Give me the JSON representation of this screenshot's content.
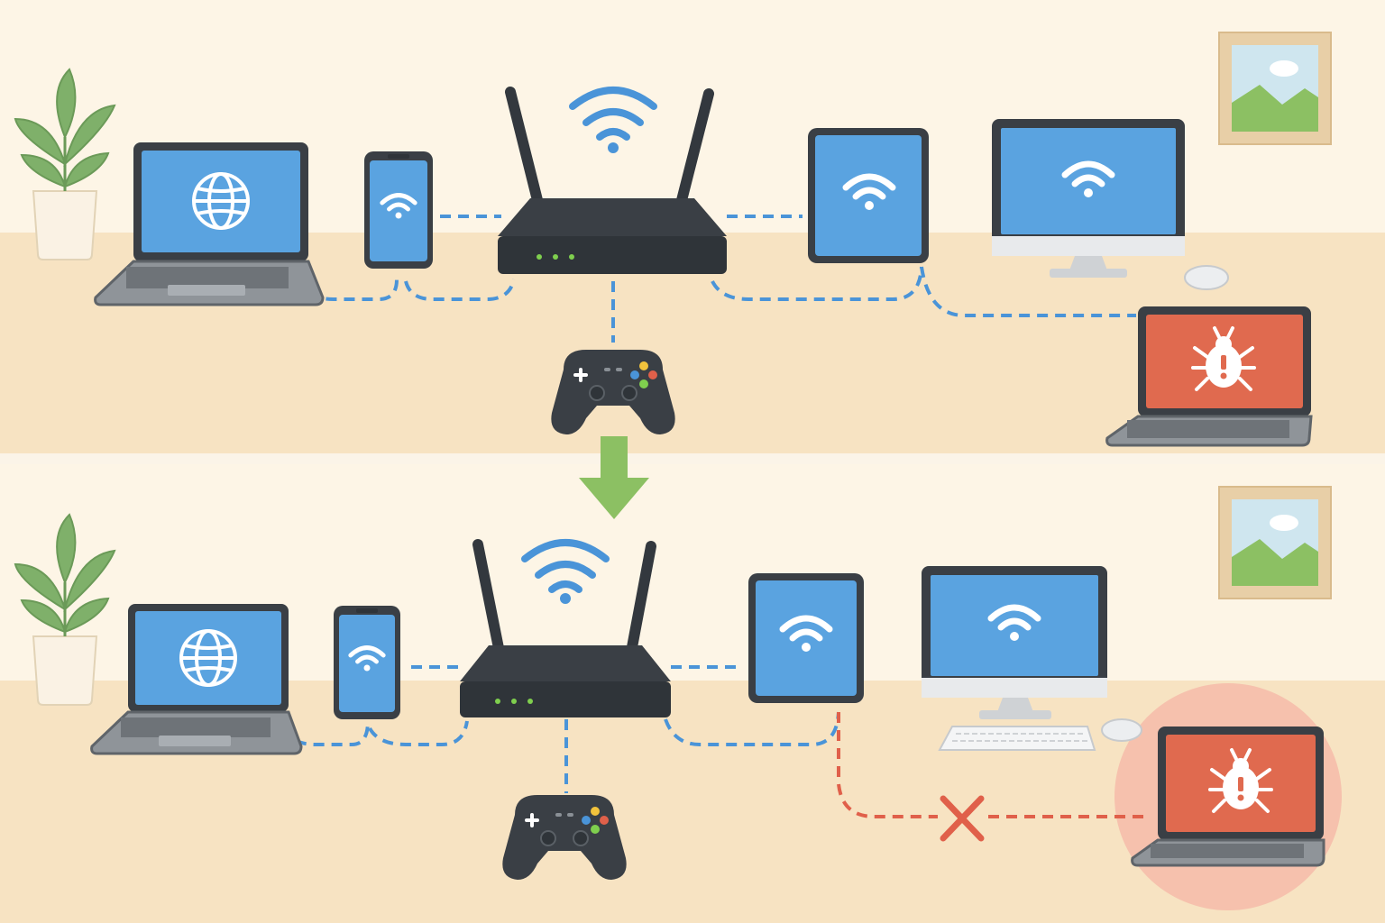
{
  "colors": {
    "wall": "#fdf5e6",
    "floor": "#f7e3c2",
    "panel_divider": "#fbf4e8",
    "device_body": "#3a3f45",
    "device_dark": "#2f3439",
    "screen": "#5aa3e0",
    "laptop_base": "#8f9499",
    "router": "#33383e",
    "router_led": "#7fcf4e",
    "link": "#4a94d8",
    "blocked_link": "#e0604a",
    "infected_screen": "#e06a4f",
    "quarantine_zone": "#f6c1ad",
    "arrow": "#8cc063",
    "plant_leaf": "#7fb06a",
    "pot": "#faf2e4",
    "frame": "#e8cfa7"
  },
  "icons": {
    "wifi": "wifi-icon",
    "globe": "globe-icon",
    "bug": "bug-warning-icon",
    "block": "x-block-icon",
    "transition": "arrow-down-icon"
  },
  "scenes": [
    {
      "state": "before",
      "infected_device_connected": true
    },
    {
      "state": "after",
      "infected_device_connected": false,
      "infected_device_isolated": true
    }
  ],
  "devices": [
    "laptop",
    "smartphone",
    "router",
    "tablet",
    "desktop-monitor",
    "game-controller",
    "infected-laptop"
  ]
}
